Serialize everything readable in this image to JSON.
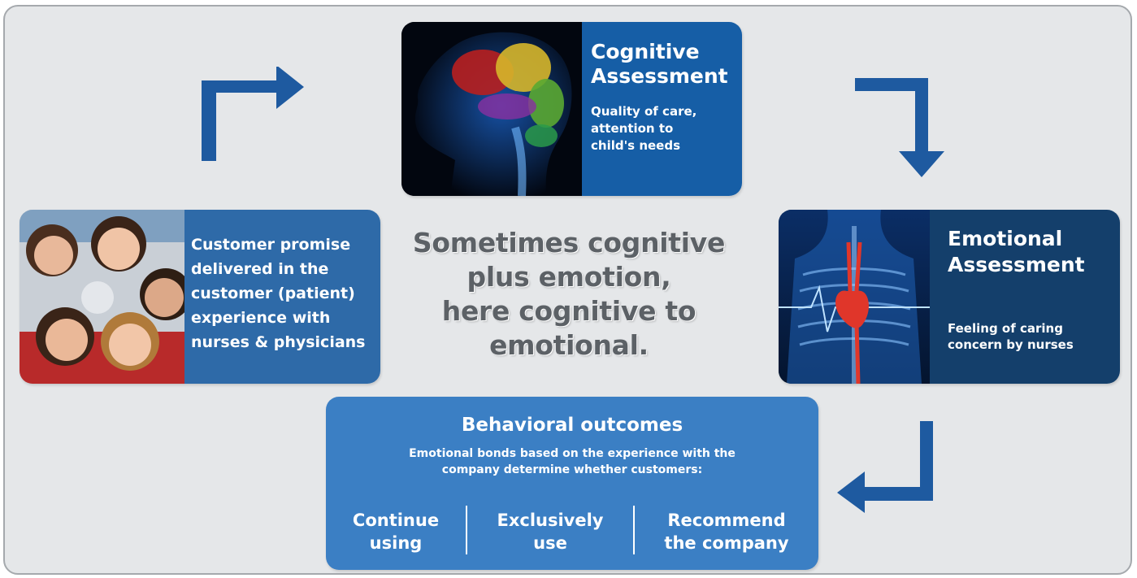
{
  "cognitive": {
    "title_line1": "Cognitive",
    "title_line2": "Assessment",
    "desc_line1": "Quality of care,",
    "desc_line2": "attention to",
    "desc_line3": "child's needs"
  },
  "customer": {
    "line1": "Customer promise",
    "line2": "delivered in the",
    "line3": "customer (patient)",
    "line4": "experience with",
    "line5": "nurses & physicians"
  },
  "emotional": {
    "title_line1": "Emotional",
    "title_line2": "Assessment",
    "desc_line1": "Feeling of caring",
    "desc_line2": "concern by nurses"
  },
  "center": {
    "line1": "Sometimes cognitive",
    "line2": "plus emotion,",
    "line3": "here cognitive to",
    "line4": "emotional."
  },
  "behavior": {
    "title": "Behavioral outcomes",
    "desc_line1": "Emotional bonds based on the experience with the",
    "desc_line2": "company determine whether customers:",
    "options": [
      {
        "line1": "Continue",
        "line2": "using"
      },
      {
        "line1": "Exclusively",
        "line2": "use"
      },
      {
        "line1": "Recommend",
        "line2": "the company"
      }
    ]
  },
  "colors": {
    "arrow": "#1e5aa0",
    "cognitive_panel": "#165ea6",
    "customer_panel": "#2e6aa8",
    "emotional_panel": "#143f6b",
    "behavior_box": "#3b7fc4",
    "background": "#e5e7e9"
  },
  "icons": [
    "brain-scan-image",
    "heart-xray-image",
    "group-of-friends-photo"
  ]
}
